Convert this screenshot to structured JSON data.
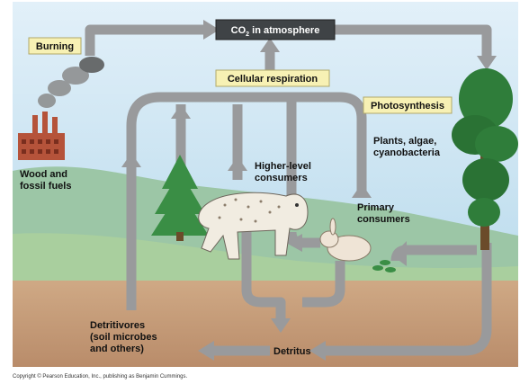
{
  "diagram": {
    "co2_label": "CO",
    "co2_subscript": "2",
    "co2_suffix": " in atmosphere",
    "burning": "Burning",
    "cellular_respiration": "Cellular respiration",
    "photosynthesis": "Photosynthesis",
    "plants": [
      "Plants, algae,",
      "cyanobacteria"
    ],
    "wood": [
      "Wood and",
      "fossil fuels"
    ],
    "higher_consumers": [
      "Higher-level",
      "consumers"
    ],
    "primary_consumers": [
      "Primary",
      "consumers"
    ],
    "detritivores": [
      "Detritivores",
      "(soil microbes",
      "and others)"
    ],
    "detritus": "Detritus",
    "copyright": "Copyright © Pearson Education, Inc., publishing as Benjamin Cummings."
  },
  "colors": {
    "sky": "#cfe6f4",
    "hill": "#9cc6a6",
    "soil": "#caa07f",
    "arrow": "#999a9c",
    "co2_box": "#3f4346",
    "label_box": "#f7f1b4",
    "factory": "#b5533a",
    "tree": "#2f7d3a"
  }
}
